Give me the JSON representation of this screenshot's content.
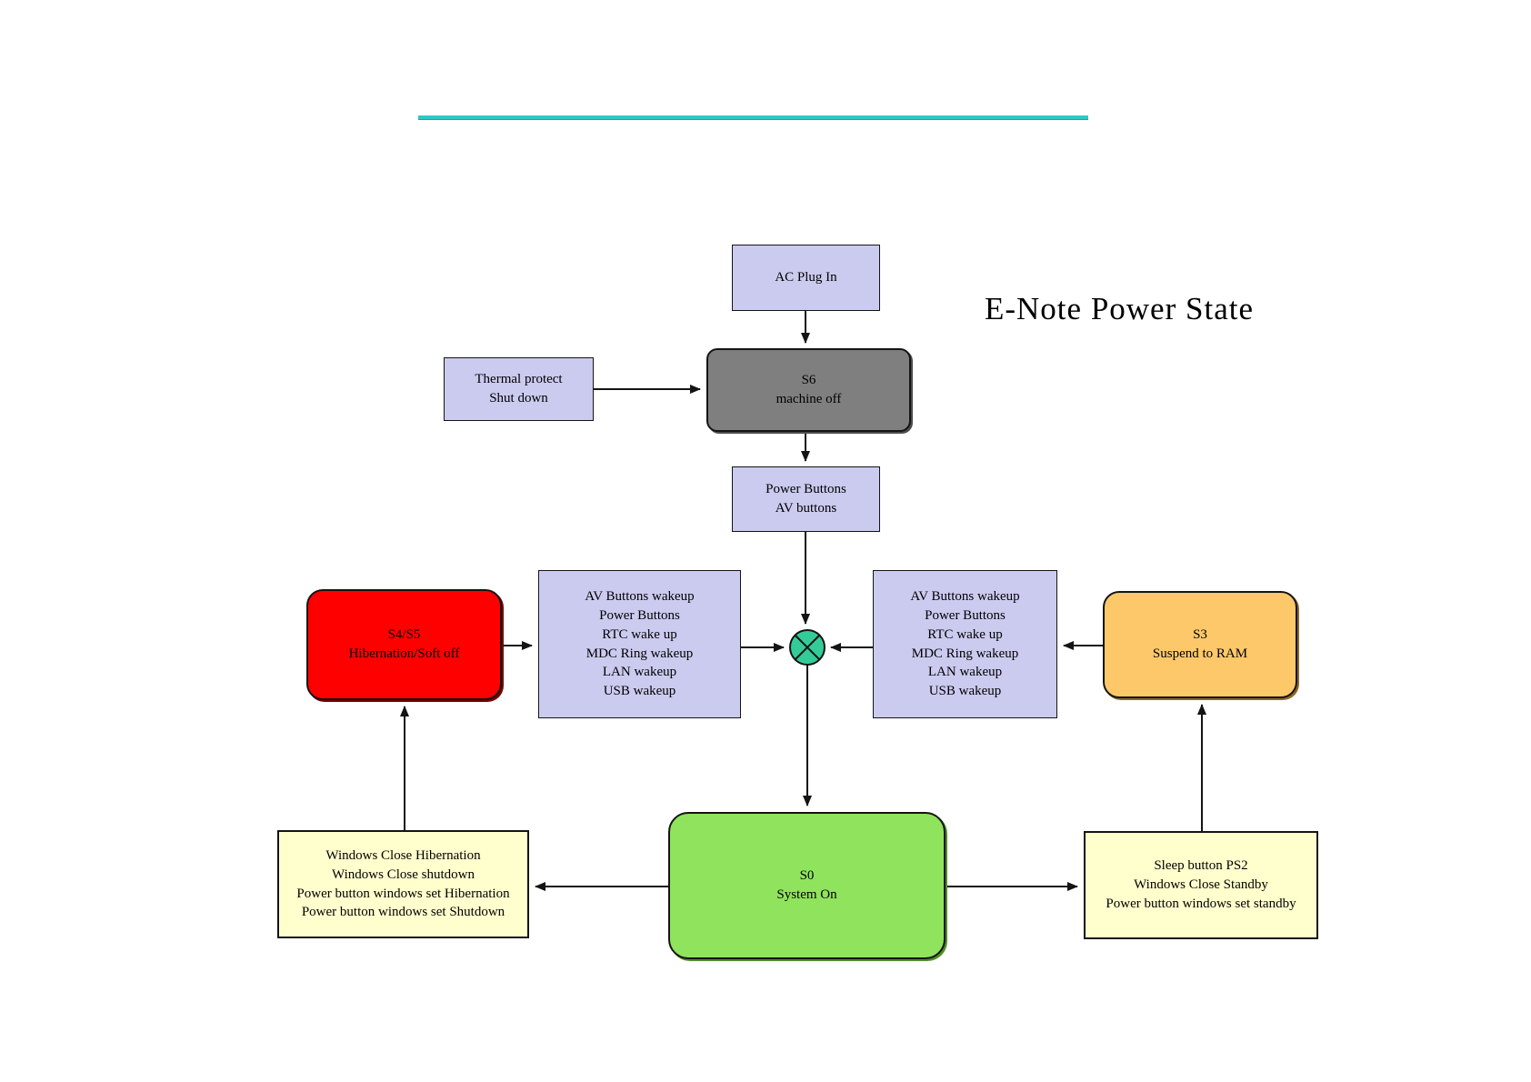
{
  "page": {
    "title": "E-Note Power State",
    "divider_color": "#2cc9c6",
    "background_color": "#ffffff",
    "line_color": "#141414"
  },
  "junction": {
    "name": "wakeup-junction",
    "shape": "circle-with-x",
    "color": "#33cc99"
  },
  "nodes": {
    "ac_plug_in": {
      "color": "#cbcbf0",
      "lines": [
        "AC Plug In"
      ]
    },
    "thermal_protect": {
      "color": "#cbcbf0",
      "lines": [
        "Thermal protect",
        "Shut down"
      ]
    },
    "s6": {
      "color": "#7f7f7f",
      "lines": [
        "S6",
        "machine off"
      ]
    },
    "power_buttons": {
      "color": "#cbcbf0",
      "lines": [
        "Power Buttons",
        "AV  buttons"
      ]
    },
    "wakeup_left": {
      "color": "#cbcbf0",
      "lines": [
        "AV Buttons wakeup",
        "Power Buttons",
        "RTC wake up",
        "MDC Ring wakeup",
        "LAN wakeup",
        "USB wakeup"
      ]
    },
    "wakeup_right": {
      "color": "#cbcbf0",
      "lines": [
        "AV Buttons wakeup",
        "Power Buttons",
        "RTC wake up",
        "MDC Ring wakeup",
        "LAN wakeup",
        "USB wakeup"
      ]
    },
    "s4_s5": {
      "color": "#fe0000",
      "lines": [
        "S4/S5",
        "Hibernation/Soft off"
      ]
    },
    "s3": {
      "color": "#fdc869",
      "lines": [
        "S3",
        "Suspend to RAM"
      ]
    },
    "s0": {
      "color": "#90e35c",
      "lines": [
        "S0",
        "System On"
      ]
    },
    "windows_close_left": {
      "color": "#ffffcd",
      "lines": [
        "Windows Close Hibernation",
        "Windows Close shutdown",
        "Power button windows set Hibernation",
        "Power button windows set Shutdown"
      ]
    },
    "sleep_button_right": {
      "color": "#ffffcd",
      "lines": [
        "Sleep button PS2",
        "Windows Close Standby",
        "Power button windows set standby"
      ]
    }
  },
  "edges": [
    {
      "from": "ac_plug_in",
      "to": "s6"
    },
    {
      "from": "thermal_protect",
      "to": "s6"
    },
    {
      "from": "s6",
      "to": "power_buttons"
    },
    {
      "from": "power_buttons",
      "to": "junction"
    },
    {
      "from": "s4_s5",
      "to": "wakeup_left"
    },
    {
      "from": "wakeup_left",
      "to": "junction"
    },
    {
      "from": "wakeup_right",
      "to": "junction"
    },
    {
      "from": "s3",
      "to": "wakeup_right"
    },
    {
      "from": "junction",
      "to": "s0"
    },
    {
      "from": "s0",
      "to": "windows_close_left"
    },
    {
      "from": "windows_close_left",
      "to": "s4_s5"
    },
    {
      "from": "s0",
      "to": "sleep_button_right"
    },
    {
      "from": "sleep_button_right",
      "to": "s3"
    }
  ]
}
